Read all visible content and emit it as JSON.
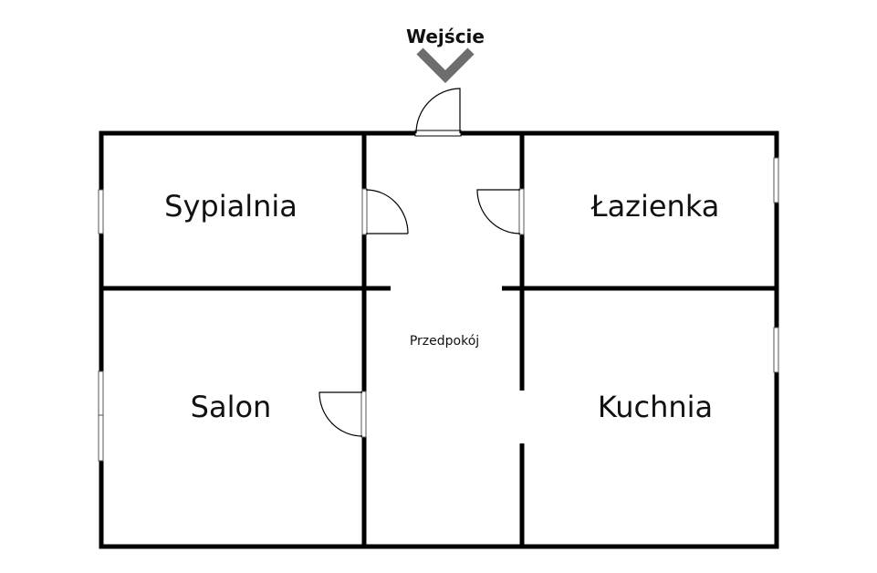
{
  "entrance": {
    "label": "Wejście",
    "arrow_color": "#6d6d6d",
    "icon": "chevron-down-icon"
  },
  "rooms": {
    "bedroom": "Sypialnia",
    "bathroom": "Łazienka",
    "living_room": "Salon",
    "kitchen": "Kuchnia",
    "hallway": "Przedpokój"
  }
}
